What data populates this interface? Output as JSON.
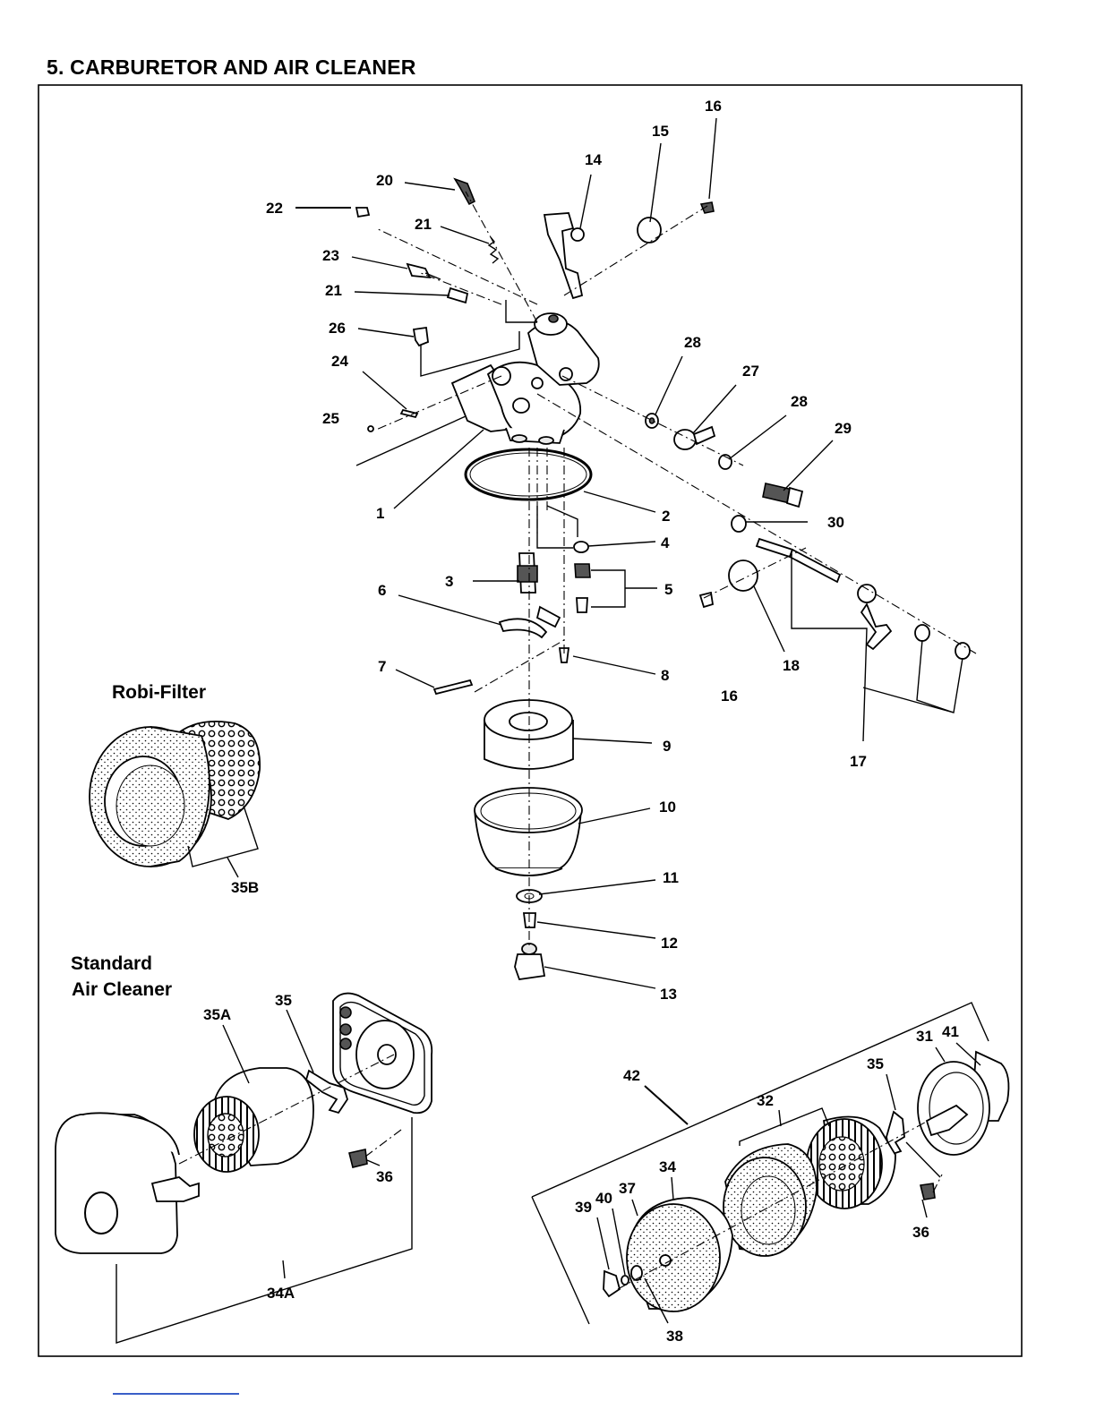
{
  "page_title": "5.  CARBURETOR AND AIR CLEANER",
  "captions": {
    "robi_filter": "Robi-Filter",
    "standard_line1": "Standard",
    "standard_line2": "Air Cleaner"
  },
  "callouts": {
    "c1": "1",
    "c2": "2",
    "c3": "3",
    "c4": "4",
    "c5": "5",
    "c6": "6",
    "c7": "7",
    "c8": "8",
    "c9": "9",
    "c10": "10",
    "c11": "11",
    "c12": "12",
    "c13": "13",
    "c14": "14",
    "c15": "15",
    "c16a": "16",
    "c16b": "16",
    "c17": "17",
    "c18": "18",
    "c20": "20",
    "c21a": "21",
    "c21b": "21",
    "c22": "22",
    "c23": "23",
    "c24": "24",
    "c25": "25",
    "c26": "26",
    "c27": "27",
    "c28a": "28",
    "c28b": "28",
    "c29": "29",
    "c30": "30",
    "c31": "31",
    "c32": "32",
    "c34": "34",
    "c34a": "34A",
    "c35a": "35",
    "c35b": "35",
    "c35A": "35A",
    "c35B": "35B",
    "c36a": "36",
    "c36b": "36",
    "c37": "37",
    "c38": "38",
    "c39": "39",
    "c40": "40",
    "c41": "41",
    "c42": "42"
  },
  "colors": {
    "ink": "#000000",
    "paper": "#ffffff",
    "rule": "#3a5fc8"
  }
}
